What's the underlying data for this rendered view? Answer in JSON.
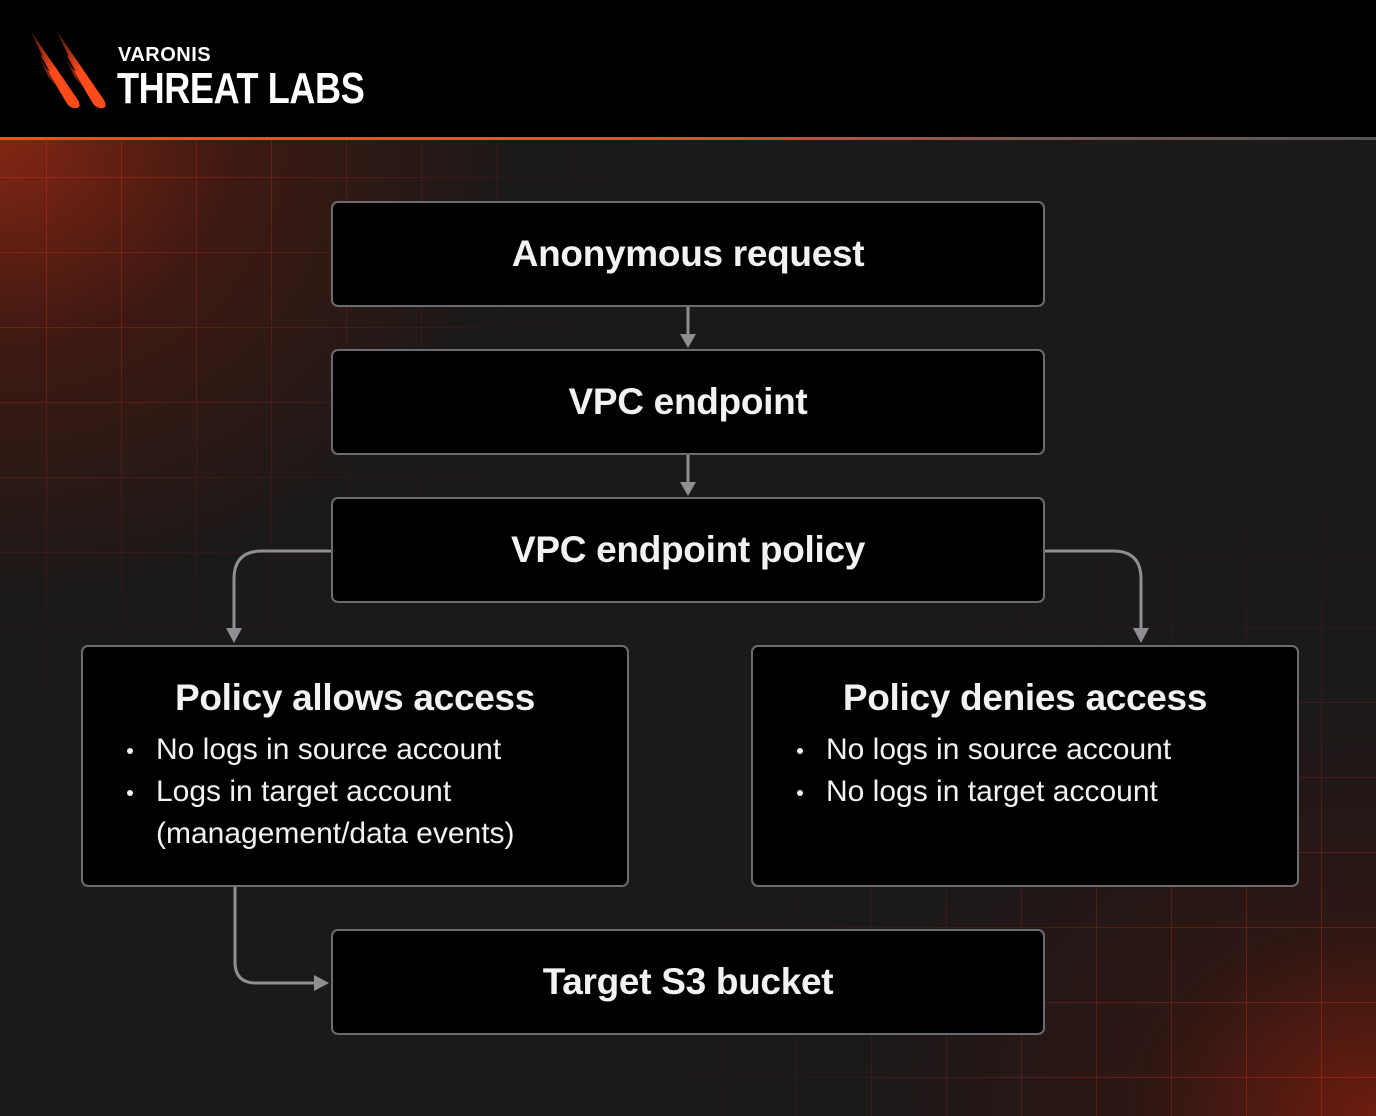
{
  "header": {
    "brand": "VARONIS",
    "product": "THREAT LABS",
    "accent_color": "#ff4a1c"
  },
  "diagram": {
    "nodes": {
      "anonymous_request": {
        "title": "Anonymous request"
      },
      "vpc_endpoint": {
        "title": "VPC endpoint"
      },
      "vpc_endpoint_policy": {
        "title": "VPC endpoint policy"
      },
      "policy_allows": {
        "title": "Policy allows access",
        "bullets": [
          "No logs in source account",
          "Logs in target account (management/data events)"
        ]
      },
      "policy_denies": {
        "title": "Policy denies access",
        "bullets": [
          "No logs in source account",
          "No logs in target account"
        ]
      },
      "target_bucket": {
        "title": "Target S3 bucket"
      }
    },
    "edges": [
      {
        "from": "Anonymous request",
        "to": "VPC endpoint"
      },
      {
        "from": "VPC endpoint",
        "to": "VPC endpoint policy"
      },
      {
        "from": "VPC endpoint policy",
        "to": "Policy allows access"
      },
      {
        "from": "VPC endpoint policy",
        "to": "Policy denies access"
      },
      {
        "from": "Policy allows access",
        "to": "Target S3 bucket"
      }
    ],
    "colors": {
      "node_fill": "#000000",
      "node_border": "#6c6c70",
      "connector": "#8e8e93",
      "grid": "#c82819"
    }
  }
}
